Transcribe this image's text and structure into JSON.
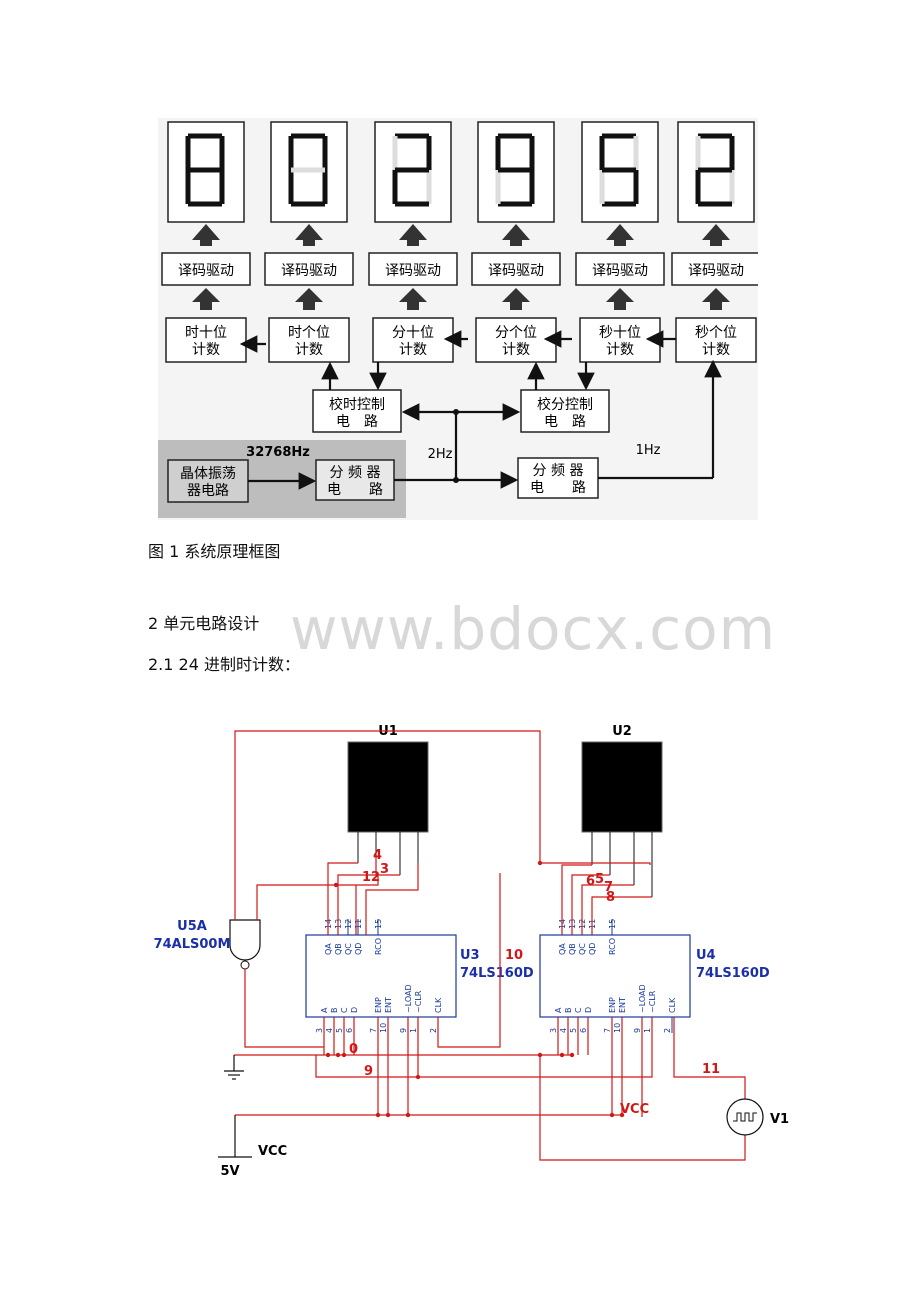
{
  "figure1": {
    "digits": [
      "8",
      "0",
      "2",
      "9",
      "5",
      "2"
    ],
    "decoder_label": "译码驱动",
    "counters": [
      {
        "l1": "时十位",
        "l2": "计数"
      },
      {
        "l1": "时个位",
        "l2": "计数"
      },
      {
        "l1": "分十位",
        "l2": "计数"
      },
      {
        "l1": "分个位",
        "l2": "计数"
      },
      {
        "l1": "秒十位",
        "l2": "计数"
      },
      {
        "l1": "秒个位",
        "l2": "计数"
      }
    ],
    "hour_ctrl": {
      "l1": "校时控制",
      "l2": "电　路"
    },
    "min_ctrl": {
      "l1": "校分控制",
      "l2": "电　路"
    },
    "osc": {
      "l1": "晶体振荡",
      "l2": "器电路"
    },
    "div1": {
      "l1": "分 频 器",
      "l2": "电　　路"
    },
    "div2": {
      "l1": "分 频 器",
      "l2": "电　　路"
    },
    "freq_32768": "32768Hz",
    "freq_2hz": "2Hz",
    "freq_1hz": "1Hz"
  },
  "caption1": "图 1 系统原理框图",
  "heading2": "2 单元电路设计",
  "heading21": "2.1 24 进制时计数：",
  "watermark": "www.bdocx.com",
  "schematic": {
    "u1": "U1",
    "u2": "U2",
    "u5a": "U5A",
    "u5a_part": "74ALS00M",
    "u3": "U3",
    "u3_part": "74LS160D",
    "u4": "U4",
    "u4_part": "74LS160D",
    "v1": "V1",
    "vcc1": "VCC",
    "vcc2": "VCC",
    "five_v": "5V",
    "nets": [
      "4",
      "3",
      "12",
      "10",
      "0",
      "9",
      "6",
      "5",
      "7",
      "8",
      "11"
    ],
    "pins_top": [
      "14",
      "13",
      "12",
      "11",
      "15"
    ],
    "pin_names_top": [
      "QA",
      "QB",
      "QC",
      "QD",
      "RCO"
    ],
    "pins_bottom": [
      "3",
      "4",
      "5",
      "6",
      "7",
      "10",
      "9",
      "1",
      "2"
    ],
    "pin_names_bottom": [
      "A",
      "B",
      "C",
      "D",
      "ENP",
      "ENT",
      "~LOAD",
      "~CLR",
      "CLK"
    ]
  }
}
